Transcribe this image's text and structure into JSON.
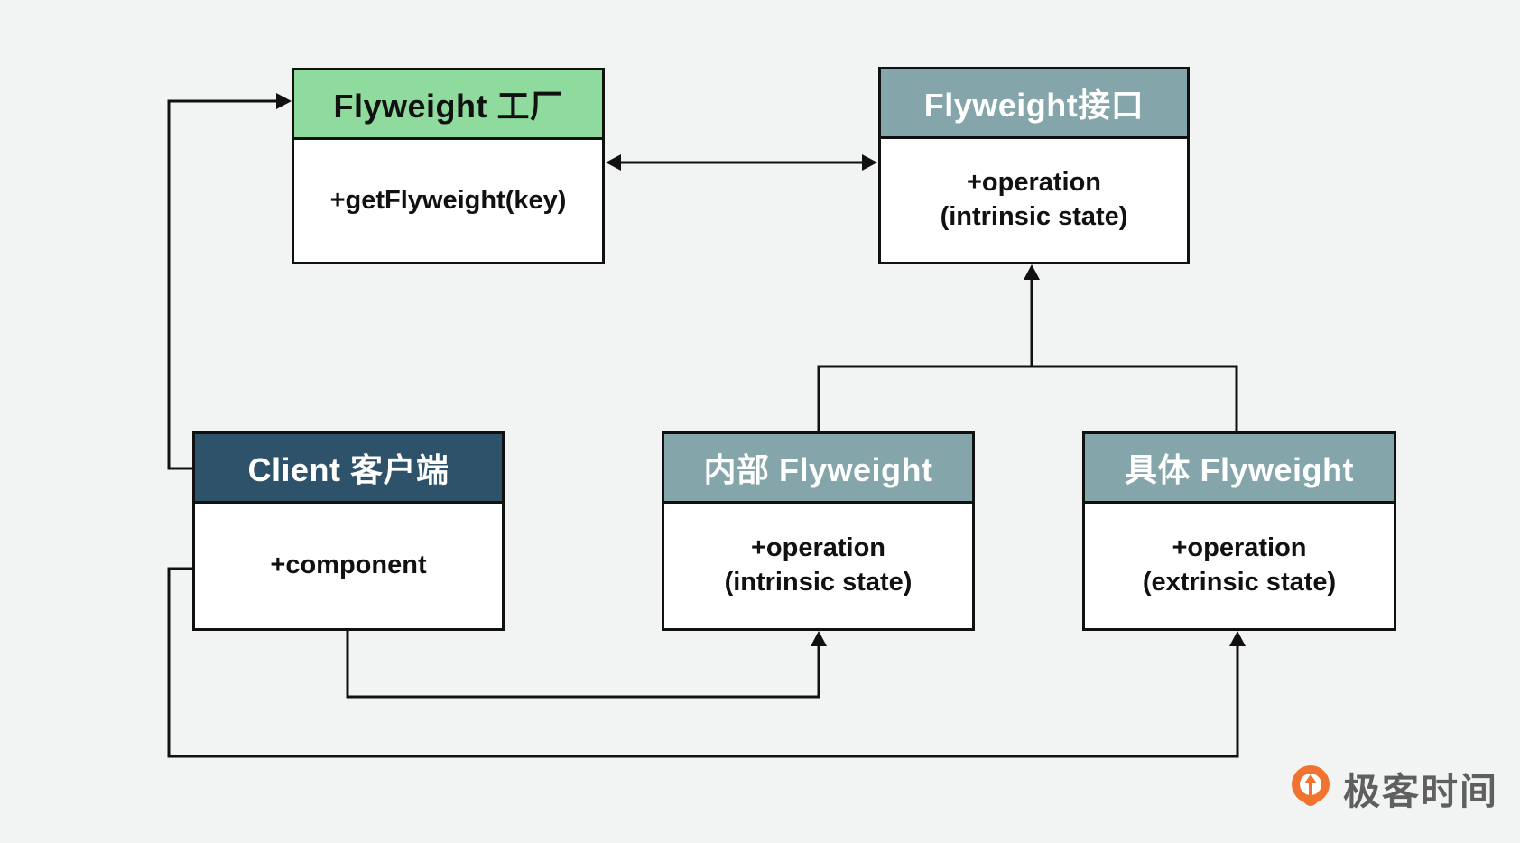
{
  "colors": {
    "page_bg": "#f2f4f4",
    "factory_header": "#8edb9d",
    "interface_header": "#84a5a9",
    "client_header": "#2e5269",
    "box_border": "#111111",
    "line": "#111111",
    "body_bg": "#ffffff",
    "logo_orange": "#f0742f",
    "logo_text": "#5f5f5f"
  },
  "boxes": [
    {
      "id": "flyweight-factory",
      "title": "Flyweight 工厂",
      "body_line1": "+getFlyweight(key)",
      "body_line2": ""
    },
    {
      "id": "flyweight-interface",
      "title": "Flyweight接口",
      "body_line1": "+operation",
      "body_line2": "(intrinsic state)"
    },
    {
      "id": "client",
      "title": "Client 客户端",
      "body_line1": "+component",
      "body_line2": ""
    },
    {
      "id": "intrinsic-flyweight",
      "title": "内部 Flyweight",
      "body_line1": "+operation",
      "body_line2": "(intrinsic state)"
    },
    {
      "id": "concrete-flyweight",
      "title": "具体 Flyweight",
      "body_line1": "+operation",
      "body_line2": "(extrinsic state)"
    }
  ],
  "connectors": [
    {
      "name": "client-to-factory",
      "type": "arrow"
    },
    {
      "name": "factory-interface",
      "type": "double-arrow"
    },
    {
      "name": "flyweights-to-interface",
      "type": "inheritance-arrow"
    },
    {
      "name": "client-to-intrinsic-flyweight",
      "type": "arrow"
    },
    {
      "name": "client-to-concrete-flyweight",
      "type": "arrow"
    }
  ],
  "logo": {
    "text": "极客时间"
  }
}
